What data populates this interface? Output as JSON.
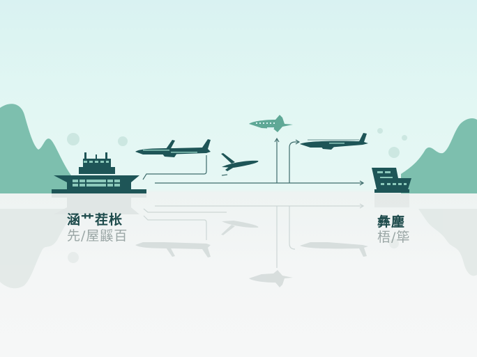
{
  "scene": {
    "description": "Stylized airport illustration with departure terminal, planes and routes, mirrored on water",
    "colors": {
      "sky_top": "#d9f2f2",
      "sky_bottom": "#e6f7f4",
      "mountain": "#7dbfae",
      "mountain_dark": "#6bb3a0",
      "building": "#1e5557",
      "plane": "#1e5557",
      "plane_light": "#5fa896",
      "route_line": "#3d6b6b",
      "reflection": "#d5dcdb",
      "water": "#f3f6f6"
    },
    "labels": {
      "left_main": "涵艹茬枨",
      "left_reflection": "先/屋鼷百",
      "right_main": "彝麈",
      "right_reflection": "梧/筚"
    }
  }
}
